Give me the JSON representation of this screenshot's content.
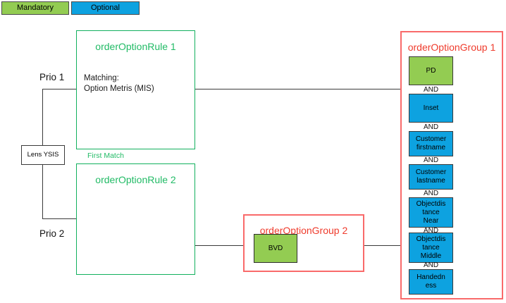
{
  "legend": {
    "mandatory": "Mandatory",
    "optional": "Optional",
    "mandatory_color": "#93CC52",
    "optional_color": "#0DA2E0"
  },
  "source": {
    "label": "Lens YSIS"
  },
  "priorities": [
    {
      "label": "Prio 1"
    },
    {
      "label": "Prio 2"
    }
  ],
  "rules": [
    {
      "title": "orderOptionRule 1",
      "body": "Matching:\nOption Metris (MIS)",
      "caption": "First Match"
    },
    {
      "title": "orderOptionRule 2",
      "body": ""
    }
  ],
  "groups": [
    {
      "title": "orderOptionGroup 1",
      "border_color": "#f96a6a",
      "title_color": "#ef3b2c",
      "operator": "AND",
      "items": [
        {
          "label": "PD",
          "kind": "mandatory"
        },
        {
          "label": "Inset",
          "kind": "optional"
        },
        {
          "label": "Customer\nfirstname",
          "kind": "optional"
        },
        {
          "label": "Customer\nlastname",
          "kind": "optional"
        },
        {
          "label": "Objectdis\ntance\nNear",
          "kind": "optional"
        },
        {
          "label": "Objectdis\ntance\nMiddle",
          "kind": "optional"
        },
        {
          "label": "Handedn\ness",
          "kind": "optional"
        }
      ]
    },
    {
      "title": "orderOptionGroup 2",
      "border_color": "#f96a6a",
      "title_color": "#ef3b2c",
      "items": [
        {
          "label": "BVD",
          "kind": "mandatory"
        }
      ]
    }
  ]
}
